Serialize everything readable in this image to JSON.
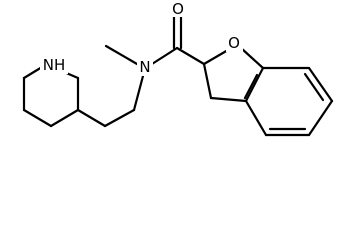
{
  "molecule": {
    "atoms": {
      "ring_nh": "NH",
      "amide_n": "N",
      "carbonyl_o": "O",
      "ring_o": "O"
    }
  }
}
